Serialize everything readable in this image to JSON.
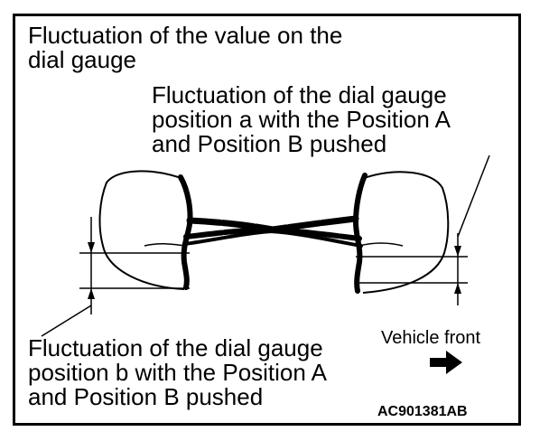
{
  "labels": {
    "title": "Fluctuation of the value on the\ndial gauge",
    "position_a": "Fluctuation of the dial gauge\nposition a with the Position A\nand Position B pushed",
    "position_b": "Fluctuation of the dial gauge\nposition b with the Position A\nand Position B pushed",
    "vehicle_front": "Vehicle front",
    "code": "AC901381AB"
  },
  "icons": {
    "front_arrow": "arrow-right-icon"
  },
  "colors": {
    "ink": "#000000",
    "background": "#ffffff"
  }
}
